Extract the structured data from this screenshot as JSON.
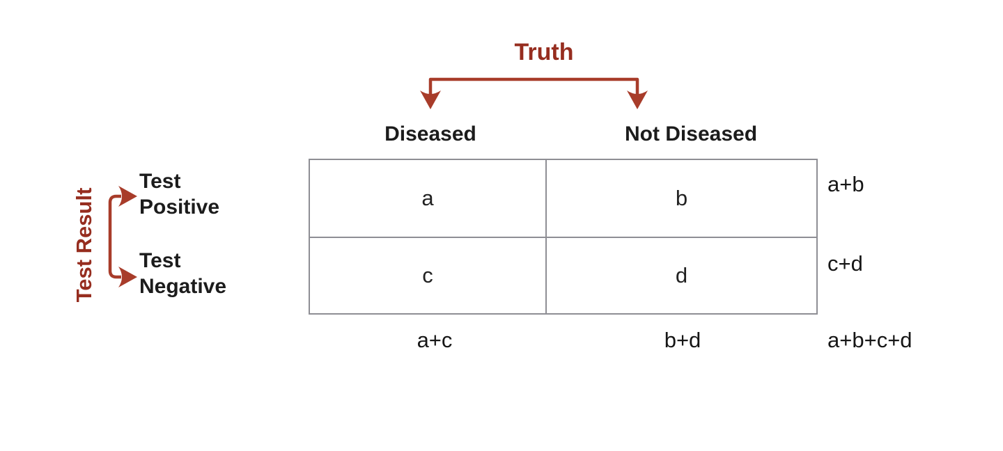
{
  "labels": {
    "truth": "Truth",
    "test_result": "Test Result"
  },
  "table": {
    "column_headers": [
      "Diseased",
      "Not Diseased"
    ],
    "row_headers": [
      [
        "Test",
        "Positive"
      ],
      [
        "Test",
        "Negative"
      ]
    ],
    "cells": [
      [
        "a",
        "b"
      ],
      [
        "c",
        "d"
      ]
    ],
    "row_totals": [
      "a+b",
      "c+d"
    ],
    "column_totals": [
      "a+c",
      "b+d"
    ],
    "grand_total": "a+b+c+d"
  },
  "colors": {
    "red_text": "#962D1F",
    "red_line": "#A83C2A",
    "ink": "#1C1C1C",
    "table_border": "#8E8E94"
  }
}
